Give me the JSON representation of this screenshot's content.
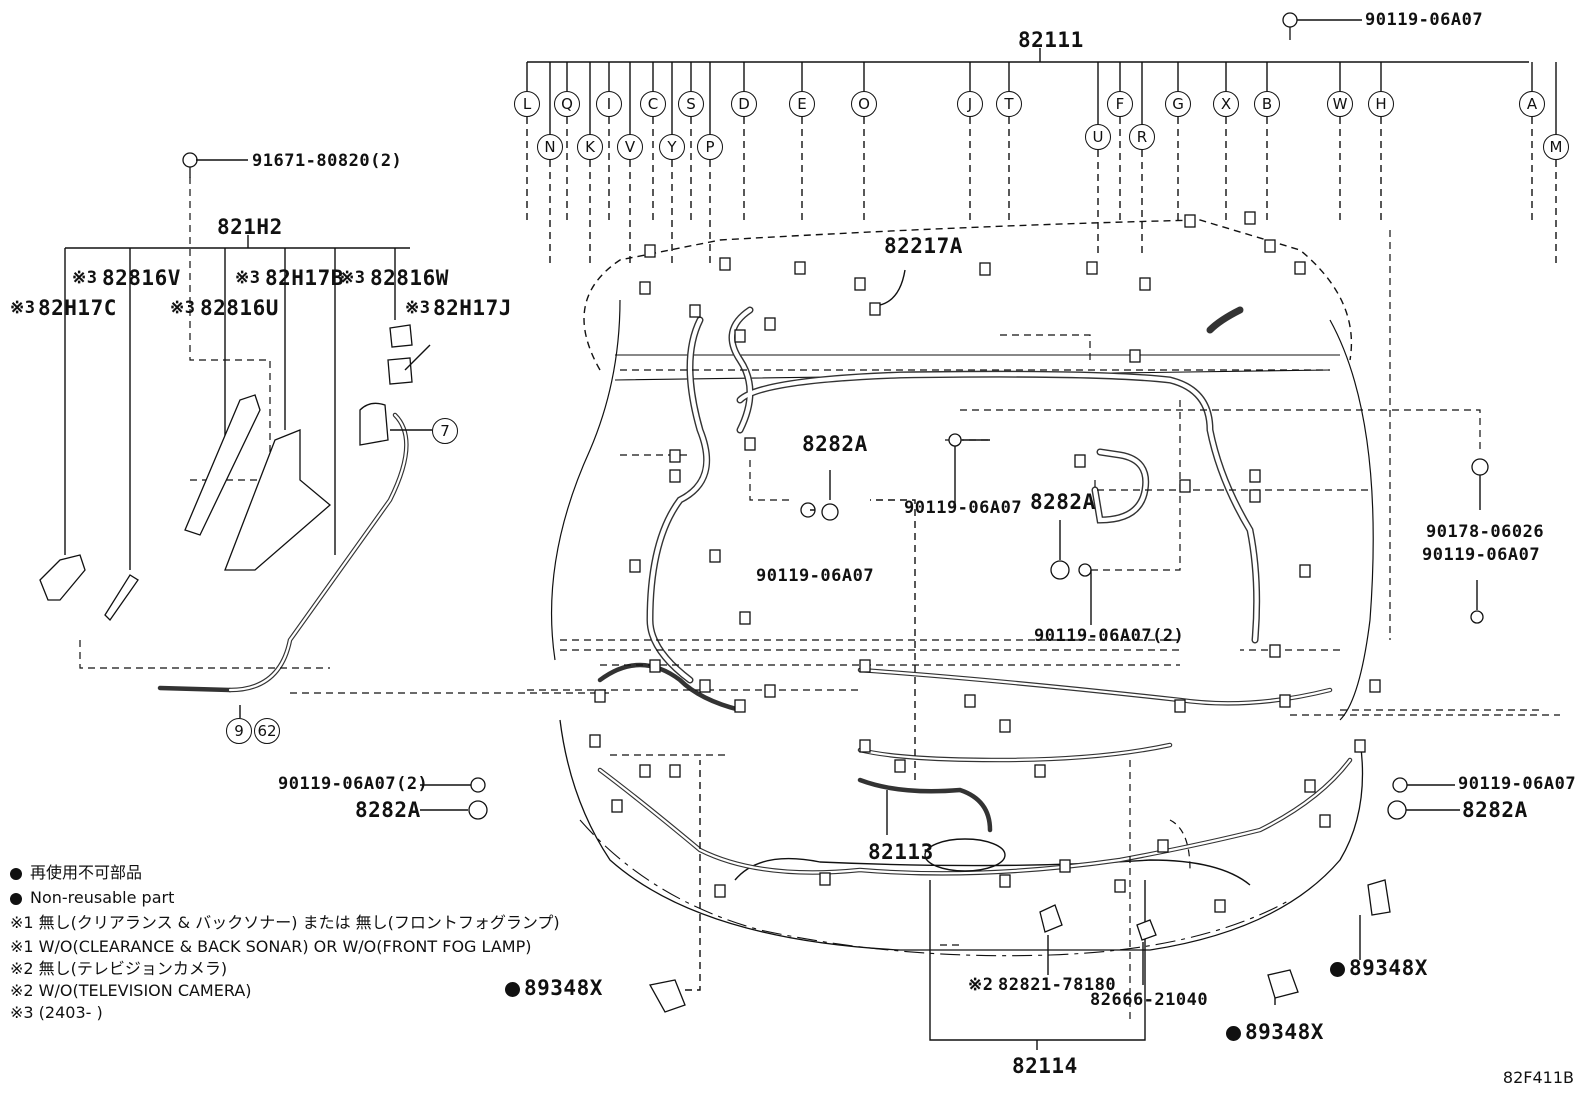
{
  "parts": {
    "p82111": "82111",
    "p90119_top": "90119-06A07",
    "p91671": "91671-80820(2)",
    "p821H2": "821H2",
    "p82816V": "82816V",
    "p82H17B": "82H17B",
    "p82816W": "82816W",
    "p82H17C": "82H17C",
    "p82816U": "82816U",
    "p82H17J": "82H17J",
    "p82217A": "82217A",
    "p8282A_center": "8282A",
    "p90119_center": "90119-06A07",
    "p8282A_mid": "8282A",
    "p90119_left_mid": "90119-06A07",
    "p90119_mid2": "90119-06A07(2)",
    "p90178": "90178-06026",
    "p90119_right": "90119-06A07",
    "p90119_left2": "90119-06A07(2)",
    "p8282A_left": "8282A",
    "p90119_right2": "90119-06A07",
    "p8282A_right": "8282A",
    "p82113": "82113",
    "p82821": "82821-78180",
    "p82666": "82666-21040",
    "p89348X_left": "89348X",
    "p89348X_right1": "89348X",
    "p89348X_right2": "89348X",
    "p82114": "82114"
  },
  "marks": {
    "m3a": "※3",
    "m3b": "※3",
    "m3c": "※3",
    "m3d": "※3",
    "m3e": "※3",
    "m3f": "※3",
    "m2": "※2"
  },
  "connectors_top": [
    "L",
    "Q",
    "I",
    "C",
    "S",
    "D",
    "E",
    "O",
    "J",
    "T",
    "F",
    "G",
    "X",
    "B",
    "W",
    "H",
    "A"
  ],
  "connectors_second": [
    "N",
    "K",
    "V",
    "Y",
    "P",
    "U",
    "R",
    "M"
  ],
  "callouts": {
    "c7": "7",
    "c9": "9",
    "c62": "62"
  },
  "legend": [
    "再使用不可部品",
    "Non-reusable part",
    "※1 無し(クリアランス & バックソナー) または 無し(フロントフォグランプ)",
    "※1 W/O(CLEARANCE & BACK SONAR) OR W/O(FRONT FOG LAMP)",
    "※2 無し(テレビジョンカメラ)",
    "※2 W/O(TELEVISION CAMERA)",
    "※3 (2403-      )"
  ],
  "diagram_code": "82F411B"
}
